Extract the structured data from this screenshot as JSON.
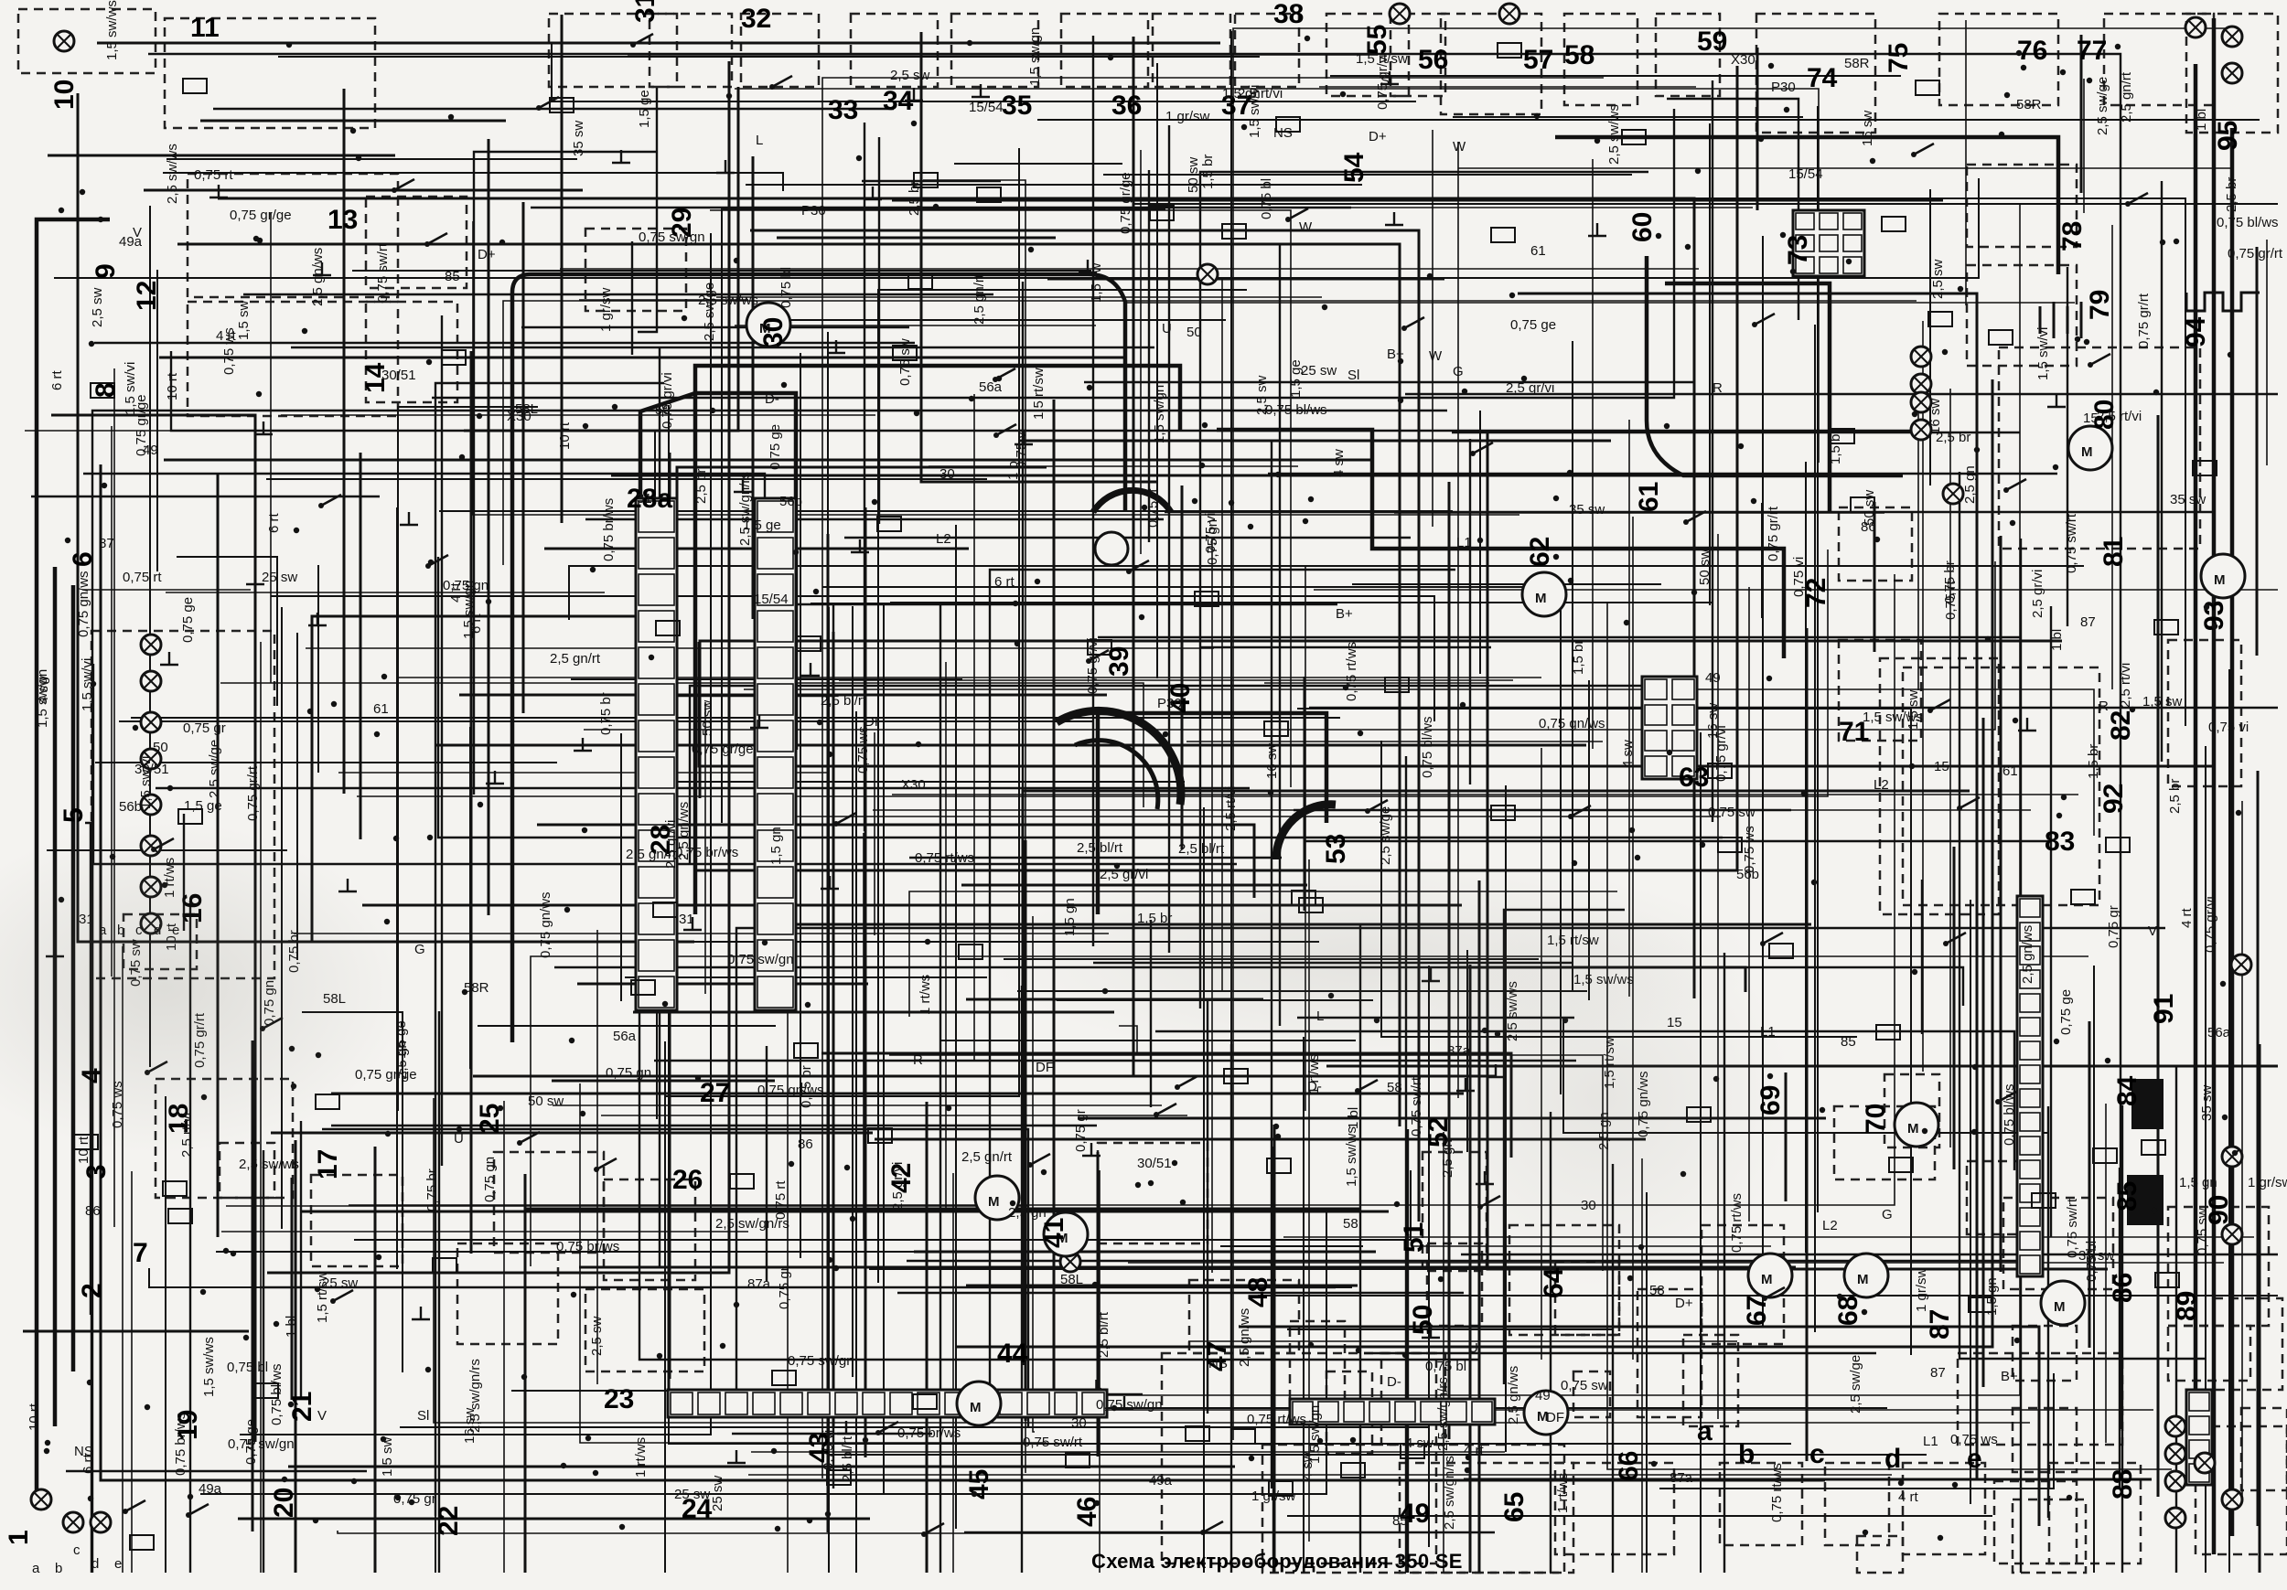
{
  "diagram": {
    "caption": "Схема электрооборудования 350 SE",
    "components": [
      "1",
      "2",
      "3",
      "4",
      "5",
      "6",
      "7",
      "8",
      "9",
      "10",
      "11",
      "12",
      "13",
      "14",
      "16",
      "17",
      "18",
      "19",
      "20",
      "21",
      "22",
      "23",
      "24",
      "25",
      "26",
      "27",
      "28",
      "28a",
      "29",
      "30",
      "31",
      "32",
      "33",
      "34",
      "35",
      "36",
      "37",
      "38",
      "39",
      "40",
      "41",
      "42",
      "43",
      "44",
      "45",
      "46",
      "47",
      "48",
      "49",
      "50",
      "51",
      "52",
      "53",
      "54",
      "55",
      "56",
      "57",
      "58",
      "59",
      "60",
      "61",
      "62",
      "63",
      "64",
      "65",
      "66",
      "67",
      "68",
      "69",
      "70",
      "71",
      "72",
      "73",
      "74",
      "75",
      "76",
      "77",
      "78",
      "79",
      "80",
      "81",
      "82",
      "83",
      "84",
      "85",
      "86",
      "87",
      "88",
      "89",
      "90",
      "91",
      "92",
      "93",
      "94",
      "95"
    ],
    "terminals": [
      "30",
      "31",
      "15",
      "15/54",
      "50",
      "56a",
      "56b",
      "58",
      "61",
      "49",
      "49a",
      "30/51",
      "86",
      "85",
      "87",
      "87a",
      "P30",
      "X30",
      "NS",
      "58L",
      "58R",
      "DF",
      "D-",
      "D+",
      "B+",
      "W",
      "U",
      "V",
      "Sl",
      "R",
      "L",
      "L1",
      "L2",
      "G"
    ],
    "wire_labels": [
      "0,75 br",
      "0,75 bl",
      "0,75 sw",
      "0,75 gn",
      "0,75 gr",
      "0,75 ge",
      "0,75 ws",
      "0,75 rt",
      "0,75 vi",
      "0,75 gr/rt",
      "0,75 sw/rt",
      "0,75 gn/ws",
      "0,75 sw/gn",
      "0,75 br/ws",
      "0,75 gr/ge",
      "0,75 gr/vi",
      "0,75 bl/ws",
      "0,75 rt/ws",
      "1,5 ge",
      "1,5 sw",
      "1,5 br",
      "1,5 gn",
      "1,5 sw/ws",
      "1,5 sw/gn",
      "1,5 sw/vi",
      "1,5 rt/sw",
      "1 rt/ws",
      "1 gr/sw",
      "1 bl",
      "2,5 br",
      "2,5 sw",
      "2,5 gn",
      "2,5 bl/rt",
      "2,5 gr/vi",
      "2,5 rt/vi",
      "2,5 sw/gn/rs",
      "2,5 sw/ws",
      "2,5 gn/ws",
      "2,5 sw/ge",
      "2,5 gn/rt",
      "4 sw",
      "4 rt",
      "6 rt",
      "10 rt",
      "16 sw",
      "25 sw",
      "35 sw",
      "50 sw"
    ],
    "fuse_box_letters": [
      "a",
      "b",
      "c",
      "d",
      "e"
    ]
  }
}
